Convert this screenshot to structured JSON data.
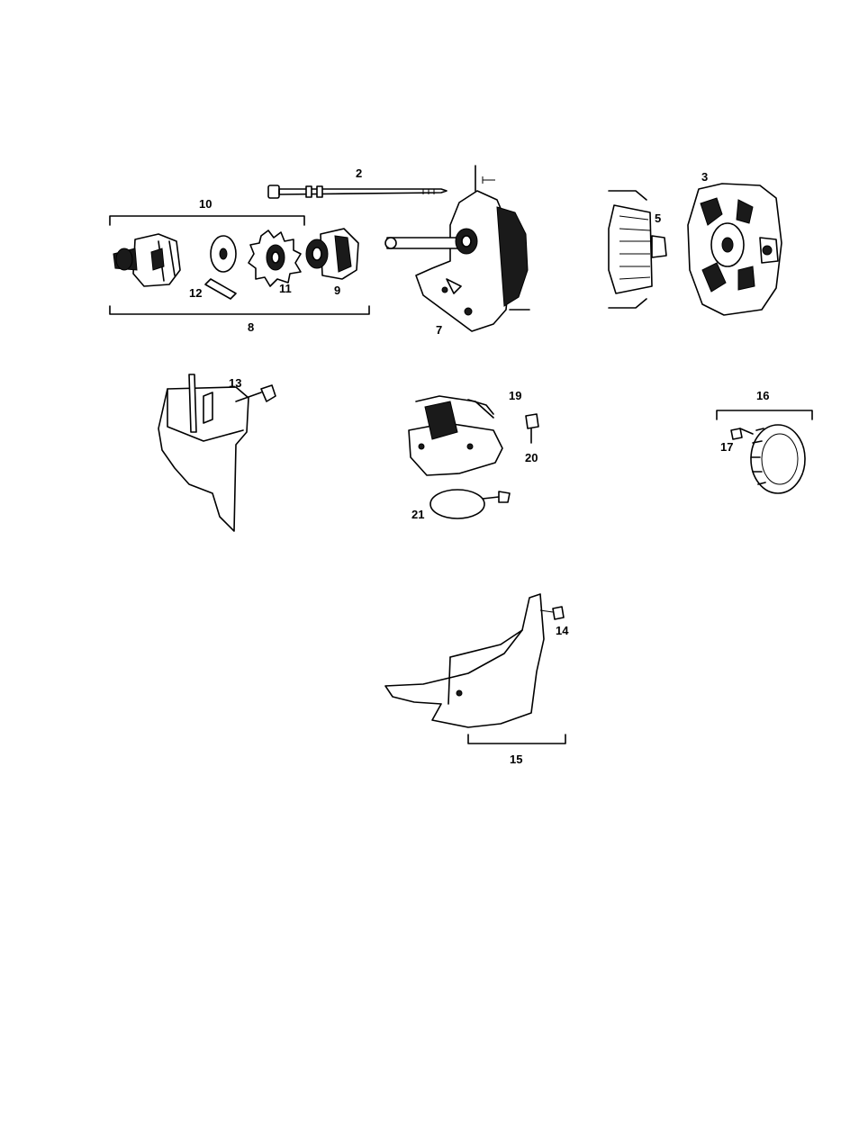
{
  "callouts": {
    "c2": "2",
    "c3": "3",
    "c5": "5",
    "c7": "7",
    "c8": "8",
    "c9": "9",
    "c10": "10",
    "c11": "11",
    "c12": "12",
    "c13": "13",
    "c14": "14",
    "c15": "15",
    "c16": "16",
    "c17": "17",
    "c19": "19",
    "c20": "20",
    "c21": "21"
  }
}
